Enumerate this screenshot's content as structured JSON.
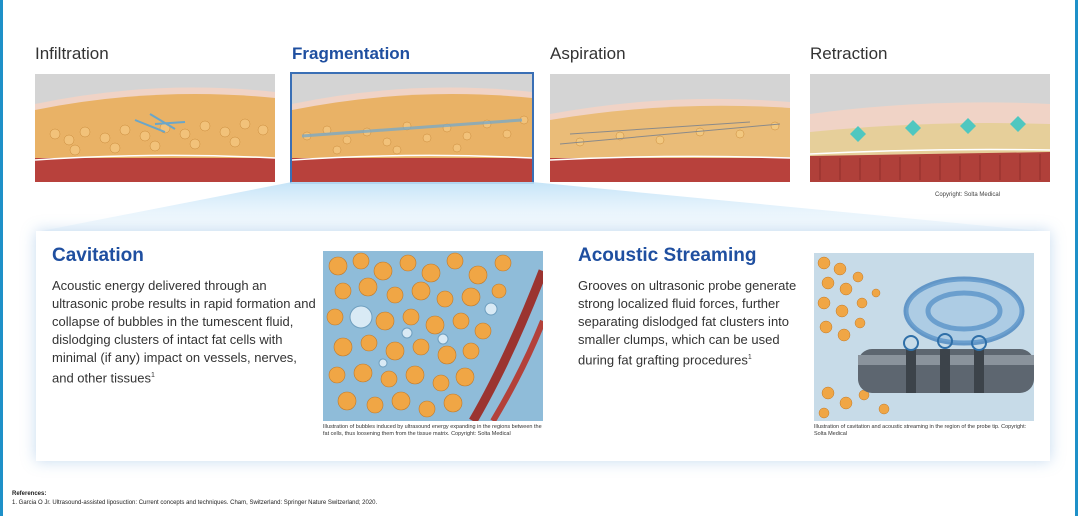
{
  "stages": [
    {
      "title": "Infiltration"
    },
    {
      "title": "Fragmentation"
    },
    {
      "title": "Aspiration"
    },
    {
      "title": "Retraction"
    }
  ],
  "stage_copyright": "Copyright: Solta Medical",
  "cavitation": {
    "title": "Cavitation",
    "text": "Acoustic energy delivered through an ultrasonic probe results in rapid formation and collapse of bubbles in the tumescent fluid, dislodging clusters of intact fat cells with minimal (if any) impact on vessels, nerves, and other tissues",
    "sup": "1",
    "caption": "Illustration of bubbles induced by ultrasound energy expanding in the regions between the fat cells, thus loosening them from the tissue matrix. Copyright: Solta Medical"
  },
  "streaming": {
    "title": "Acoustic Streaming",
    "text": "Grooves on ultrasonic probe generate strong localized fluid forces, further separating dislodged fat clusters into smaller clumps, which can be used during fat grafting procedures",
    "sup": "1",
    "caption": "Illustration of cavitation and acoustic streaming in the region of the probe tip. Copyright: Solta Medical"
  },
  "references": {
    "title": "References:",
    "items": [
      "1.   Garcia O Jr. Ultrasound-assisted liposuction: Current concepts and techniques. Cham, Switzerland: Springer Nature Switzerland; 2020."
    ]
  }
}
